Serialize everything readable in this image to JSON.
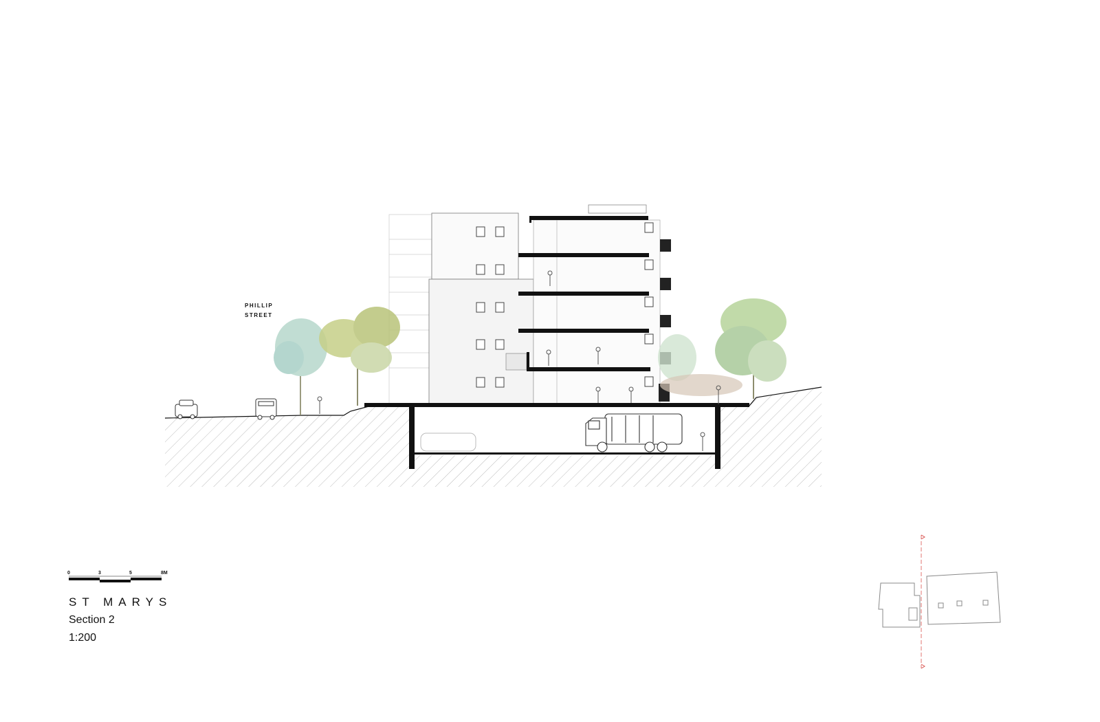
{
  "street_label": {
    "line1": "PHILLIP",
    "line2": "STREET"
  },
  "scale_bar": {
    "ticks": [
      "0",
      "3",
      "5",
      "8M"
    ]
  },
  "title_block": {
    "project": "ST MARYS",
    "sheet": "Section 2",
    "scale": "1:200"
  },
  "colors": {
    "ink": "#111111",
    "hatch": "#bbbbbb",
    "tree_green": "#a9c99a",
    "tree_olive": "#b9c47a",
    "tree_teal": "#a7cfc6",
    "section_mark": "#d9534f"
  },
  "icons": [
    "tree-icon",
    "car-icon",
    "garbage-truck-icon",
    "person-icon",
    "key-plan-icon"
  ]
}
